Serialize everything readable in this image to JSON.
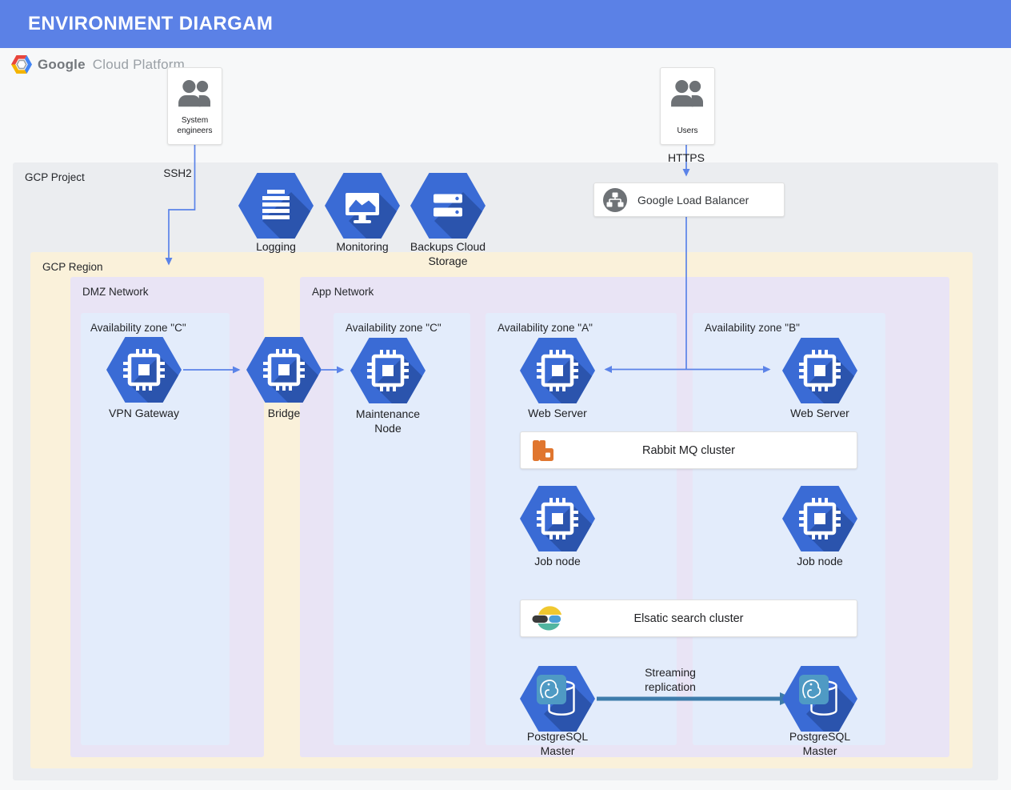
{
  "header": {
    "title": "ENVIRONMENT DIARGAM"
  },
  "brand": {
    "name_primary": "Google",
    "name_secondary": "Cloud Platform"
  },
  "actors": {
    "system_engineers": {
      "label": "System\nengineers"
    },
    "users": {
      "label": "Users"
    }
  },
  "connections": {
    "ssh2": {
      "label": "SSH2"
    },
    "https": {
      "label": "HTTPS"
    },
    "streaming_replication": {
      "label": "Streaming\nreplication"
    }
  },
  "containers": {
    "gcp_project": {
      "label": "GCP Project"
    },
    "gcp_region": {
      "label": "GCP Region"
    },
    "dmz_network": {
      "label": "DMZ Network"
    },
    "app_network": {
      "label": "App Network"
    },
    "az_dmz_c": {
      "label": "Availability zone \"C\""
    },
    "az_app_c": {
      "label": "Availability zone \"C\""
    },
    "az_app_a": {
      "label": "Availability zone \"A\""
    },
    "az_app_b": {
      "label": "Availability zone \"B\""
    }
  },
  "services": {
    "logging": {
      "label": "Logging"
    },
    "monitoring": {
      "label": "Monitoring"
    },
    "backups": {
      "label": "Backups Cloud\nStorage"
    },
    "load_balancer": {
      "label": "Google Load Balancer"
    },
    "rabbitmq": {
      "label": "Rabbit MQ cluster"
    },
    "elasticsearch": {
      "label": "Elsatic search cluster"
    }
  },
  "nodes": {
    "vpn_gateway": {
      "label": "VPN Gateway"
    },
    "bridge": {
      "label": "Bridge"
    },
    "maintenance_node": {
      "label": "Maintenance\nNode"
    },
    "web_server_a": {
      "label": "Web Server"
    },
    "web_server_b": {
      "label": "Web Server"
    },
    "job_node_a": {
      "label": "Job node"
    },
    "job_node_b": {
      "label": "Job node"
    },
    "postgresql_master_a": {
      "label": "PostgreSQL\nMaster"
    },
    "postgresql_master_b": {
      "label": "PostgreSQL\nMaster"
    }
  },
  "colors": {
    "header-blue": "#5b81e6",
    "hex-blue": "#3a6bd5",
    "hex-shadow": "#2b54ad",
    "arrow-blue": "#5b83e8",
    "replication-blue": "#3e7cab",
    "icon-gray": "#6e7276",
    "rabbit-orange": "#e0762f",
    "elastic-yellow": "#f0c830",
    "elastic-dark": "#3a3a3a",
    "elastic-blue": "#4b9fd6",
    "elastic-teal": "#51b5a0",
    "postgres-teal": "#4f9ac4",
    "project-bg": "#ebedf0",
    "region-bg": "#faf1da",
    "network-bg": "#e9e4f5",
    "zone-bg": "#e3ecfb"
  }
}
